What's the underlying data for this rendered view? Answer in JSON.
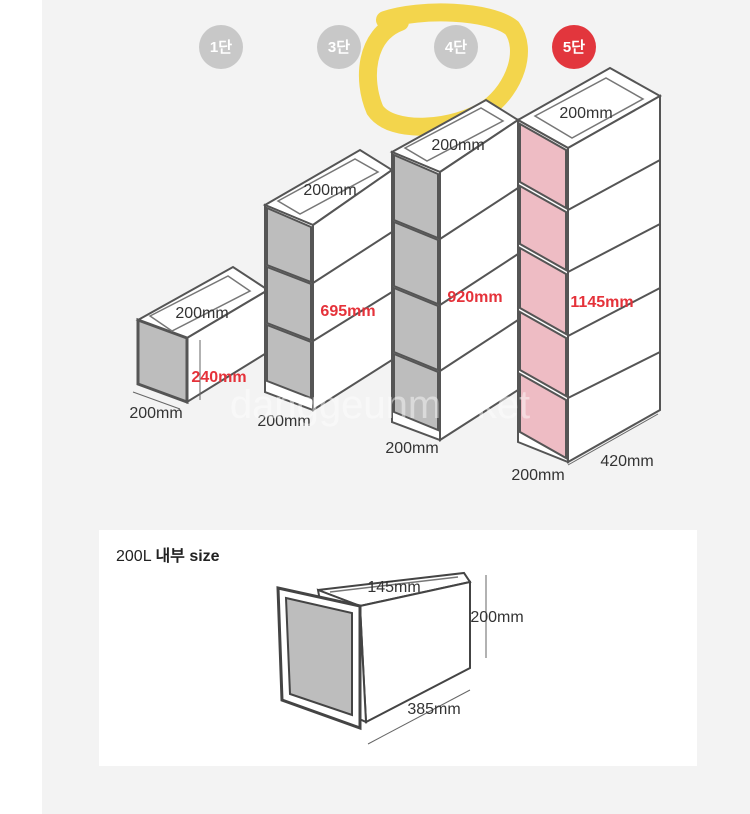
{
  "badges": [
    {
      "label": "1단",
      "color": "#c8c8c8"
    },
    {
      "label": "3단",
      "color": "#c8c8c8"
    },
    {
      "label": "4단",
      "color": "#c8c8c8"
    },
    {
      "label": "5단",
      "color": "#e2363d"
    }
  ],
  "highlight_color": "#f3d23a",
  "stacks": [
    {
      "depth": "200mm",
      "width": "200mm",
      "height": "240mm"
    },
    {
      "depth": "200mm",
      "width": "200mm",
      "height": "695mm"
    },
    {
      "depth": "200mm",
      "width": "200mm",
      "height": "920mm"
    },
    {
      "depth": "200mm",
      "width": "200mm",
      "height": "1145mm",
      "length": "420mm"
    }
  ],
  "watermark": "danggeunmarket",
  "inner": {
    "title_prefix": "200L",
    "title_bold": "내부 size",
    "top": "145mm",
    "height": "200mm",
    "length": "385mm"
  },
  "colors": {
    "accent_red": "#e5323a",
    "pink_front": "#eebcc4",
    "grey_front": "#bdbdbd",
    "outline": "#444444"
  }
}
